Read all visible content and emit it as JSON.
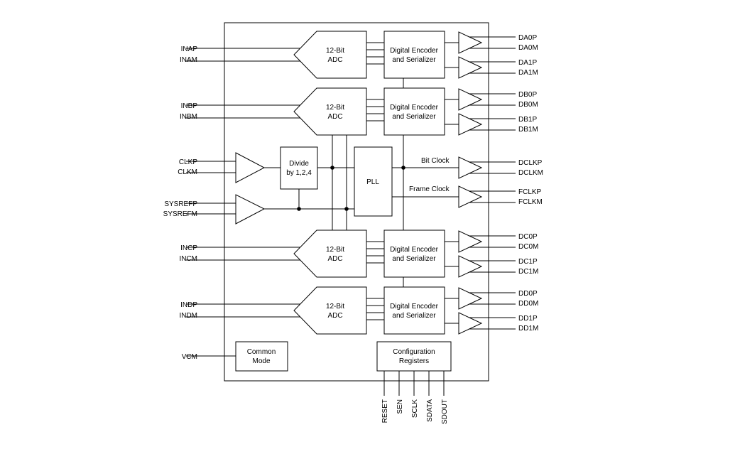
{
  "adc_label": [
    "12-Bit",
    "ADC"
  ],
  "encoder_label": [
    "Digital Encoder",
    "and Serializer"
  ],
  "channels": [
    {
      "in_p": "INAP",
      "in_m": "INAM",
      "out": [
        "DA0P",
        "DA0M",
        "DA1P",
        "DA1M"
      ]
    },
    {
      "in_p": "INBP",
      "in_m": "INBM",
      "out": [
        "DB0P",
        "DB0M",
        "DB1P",
        "DB1M"
      ]
    },
    {
      "in_p": "INCP",
      "in_m": "INCM",
      "out": [
        "DC0P",
        "DC0M",
        "DC1P",
        "DC1M"
      ]
    },
    {
      "in_p": "INDP",
      "in_m": "INDM",
      "out": [
        "DD0P",
        "DD0M",
        "DD1P",
        "DD1M"
      ]
    }
  ],
  "clock": {
    "p": "CLKP",
    "m": "CLKM"
  },
  "sysref": {
    "p": "SYSREFP",
    "m": "SYSREFM"
  },
  "divider": [
    "Divide",
    "by 1,2,4"
  ],
  "pll": "PLL",
  "bit_clock": {
    "label": "Bit Clock",
    "p": "DCLKP",
    "m": "DCLKM"
  },
  "frame_clock": {
    "label": "Frame Clock",
    "p": "FCLKP",
    "m": "FCLKM"
  },
  "vcm": "VCM",
  "common_mode": [
    "Common",
    "Mode"
  ],
  "config_registers": [
    "Configuration",
    "Registers"
  ],
  "config_pins": [
    "RESET",
    "SEN",
    "SCLK",
    "SDATA",
    "SDOUT"
  ]
}
